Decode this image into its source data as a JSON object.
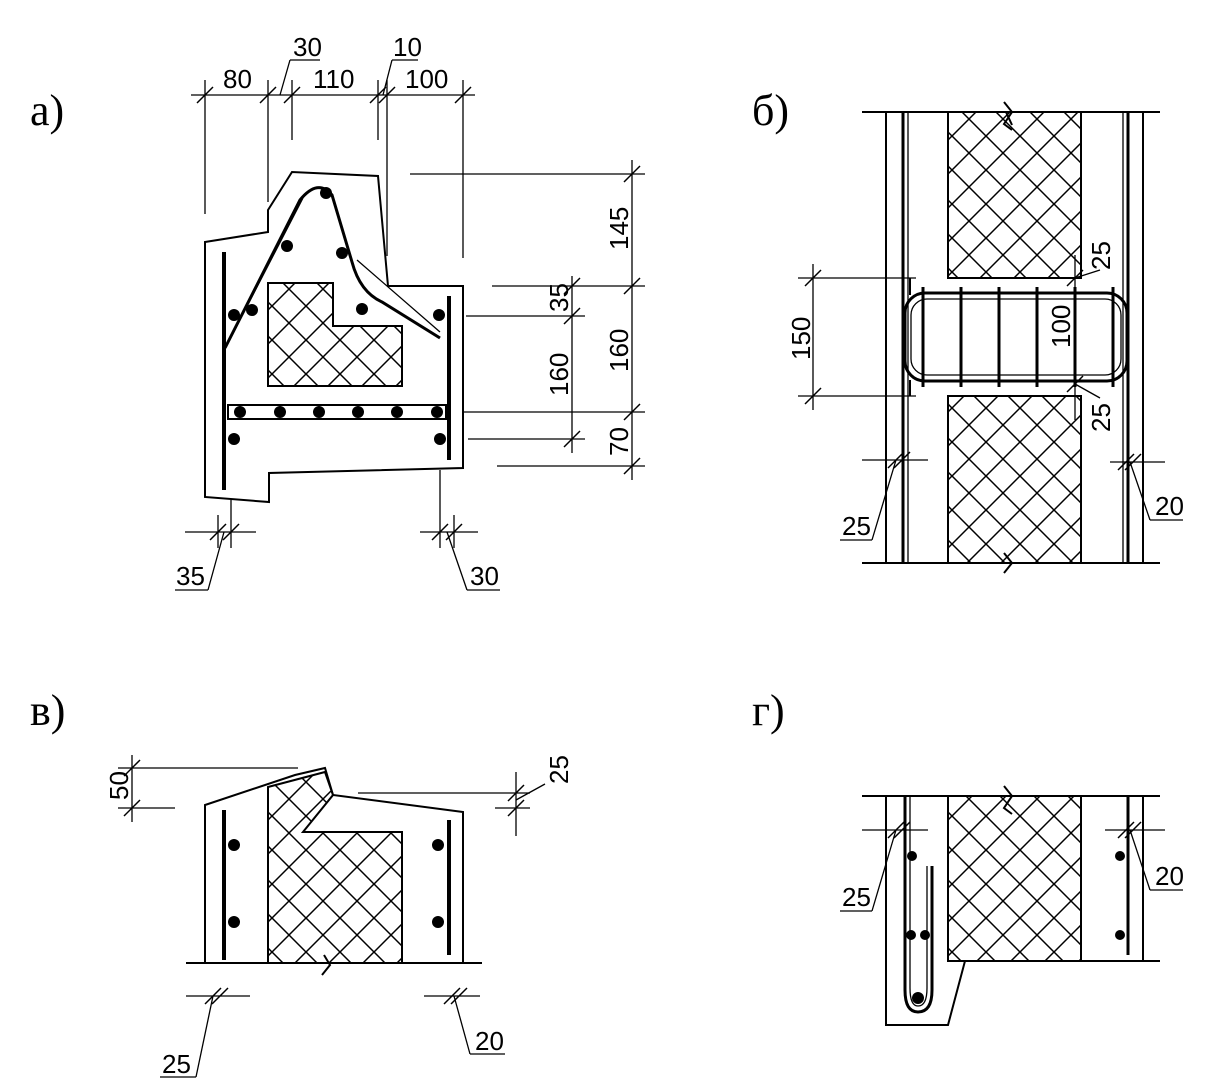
{
  "panels": {
    "a": "а)",
    "b": "б)",
    "v": "в)",
    "g": "г)"
  },
  "dims_a": {
    "d80": "80",
    "d30": "30",
    "d110": "110",
    "d10": "10",
    "d100": "100",
    "d145": "145",
    "d35": "35",
    "d160a": "160",
    "d160b": "160",
    "d70": "70",
    "d35b": "35",
    "d30b": "30"
  },
  "dims_b": {
    "d150": "150",
    "d100": "100",
    "d25a": "25",
    "d25b": "25",
    "d25c": "25",
    "d20": "20"
  },
  "dims_v": {
    "d50": "50",
    "d25a": "25",
    "d25b": "25",
    "d20": "20"
  },
  "dims_g": {
    "d25": "25",
    "d20": "20"
  }
}
